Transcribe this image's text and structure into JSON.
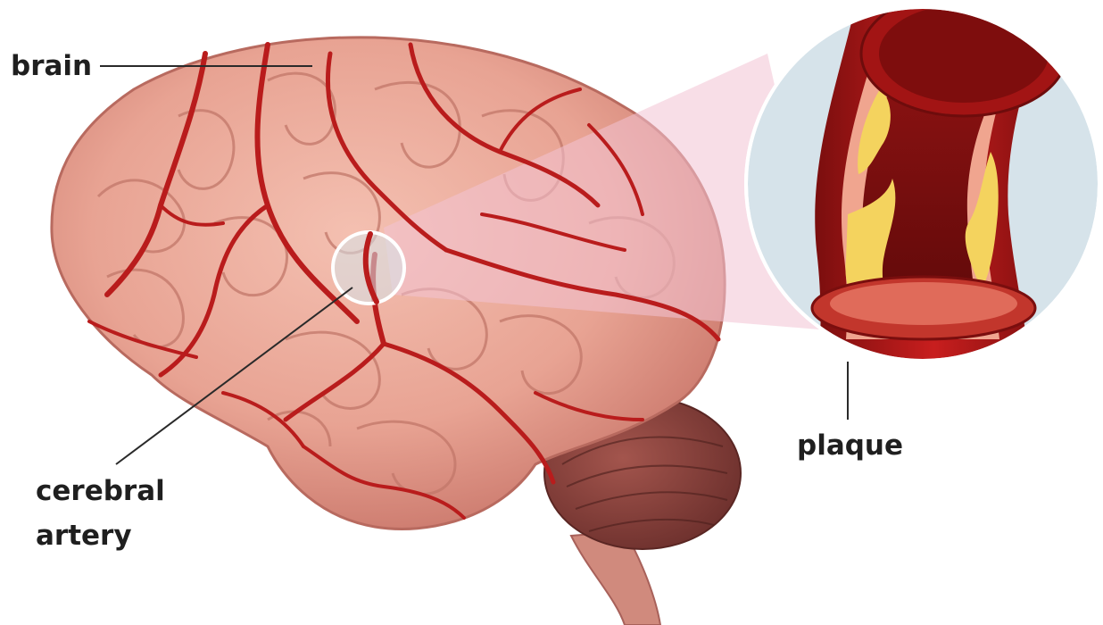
{
  "labels": {
    "brain": "brain",
    "cerebral_line1": "cerebral",
    "cerebral_line2": "artery",
    "plaque": "plaque"
  },
  "colors": {
    "background": "#ffffff",
    "brain_fill": "#e8a393",
    "brain_shade": "#c9766a",
    "vessel": "#b91c1c",
    "zoom_beam": "#f2c3d4",
    "zoom_backdrop": "#d6e3ea",
    "artery_wall": "#8f1414",
    "plaque": "#f4d35e",
    "cerebellum": "#7a3a36",
    "label_text": "#1f1f1f"
  }
}
